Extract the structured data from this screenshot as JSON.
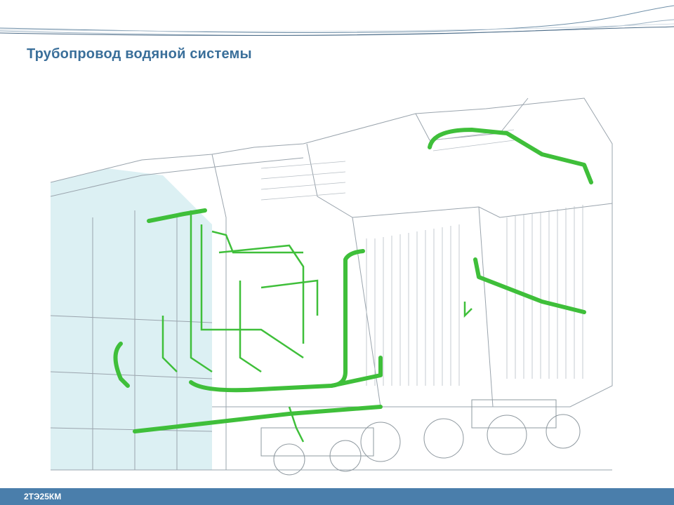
{
  "slide": {
    "title": "Трубопровод водяной системы",
    "footer_label": "2ТЭ25КМ"
  },
  "colors": {
    "title": "#3a6f9a",
    "footer_bar": "#4a7eab",
    "pipe_green": "#3fbf3a",
    "wireframe": "#9aa4ad",
    "cab_tint": "#bfe4ea"
  },
  "illustration": {
    "subject": "locomotive-water-piping-wireframe"
  }
}
